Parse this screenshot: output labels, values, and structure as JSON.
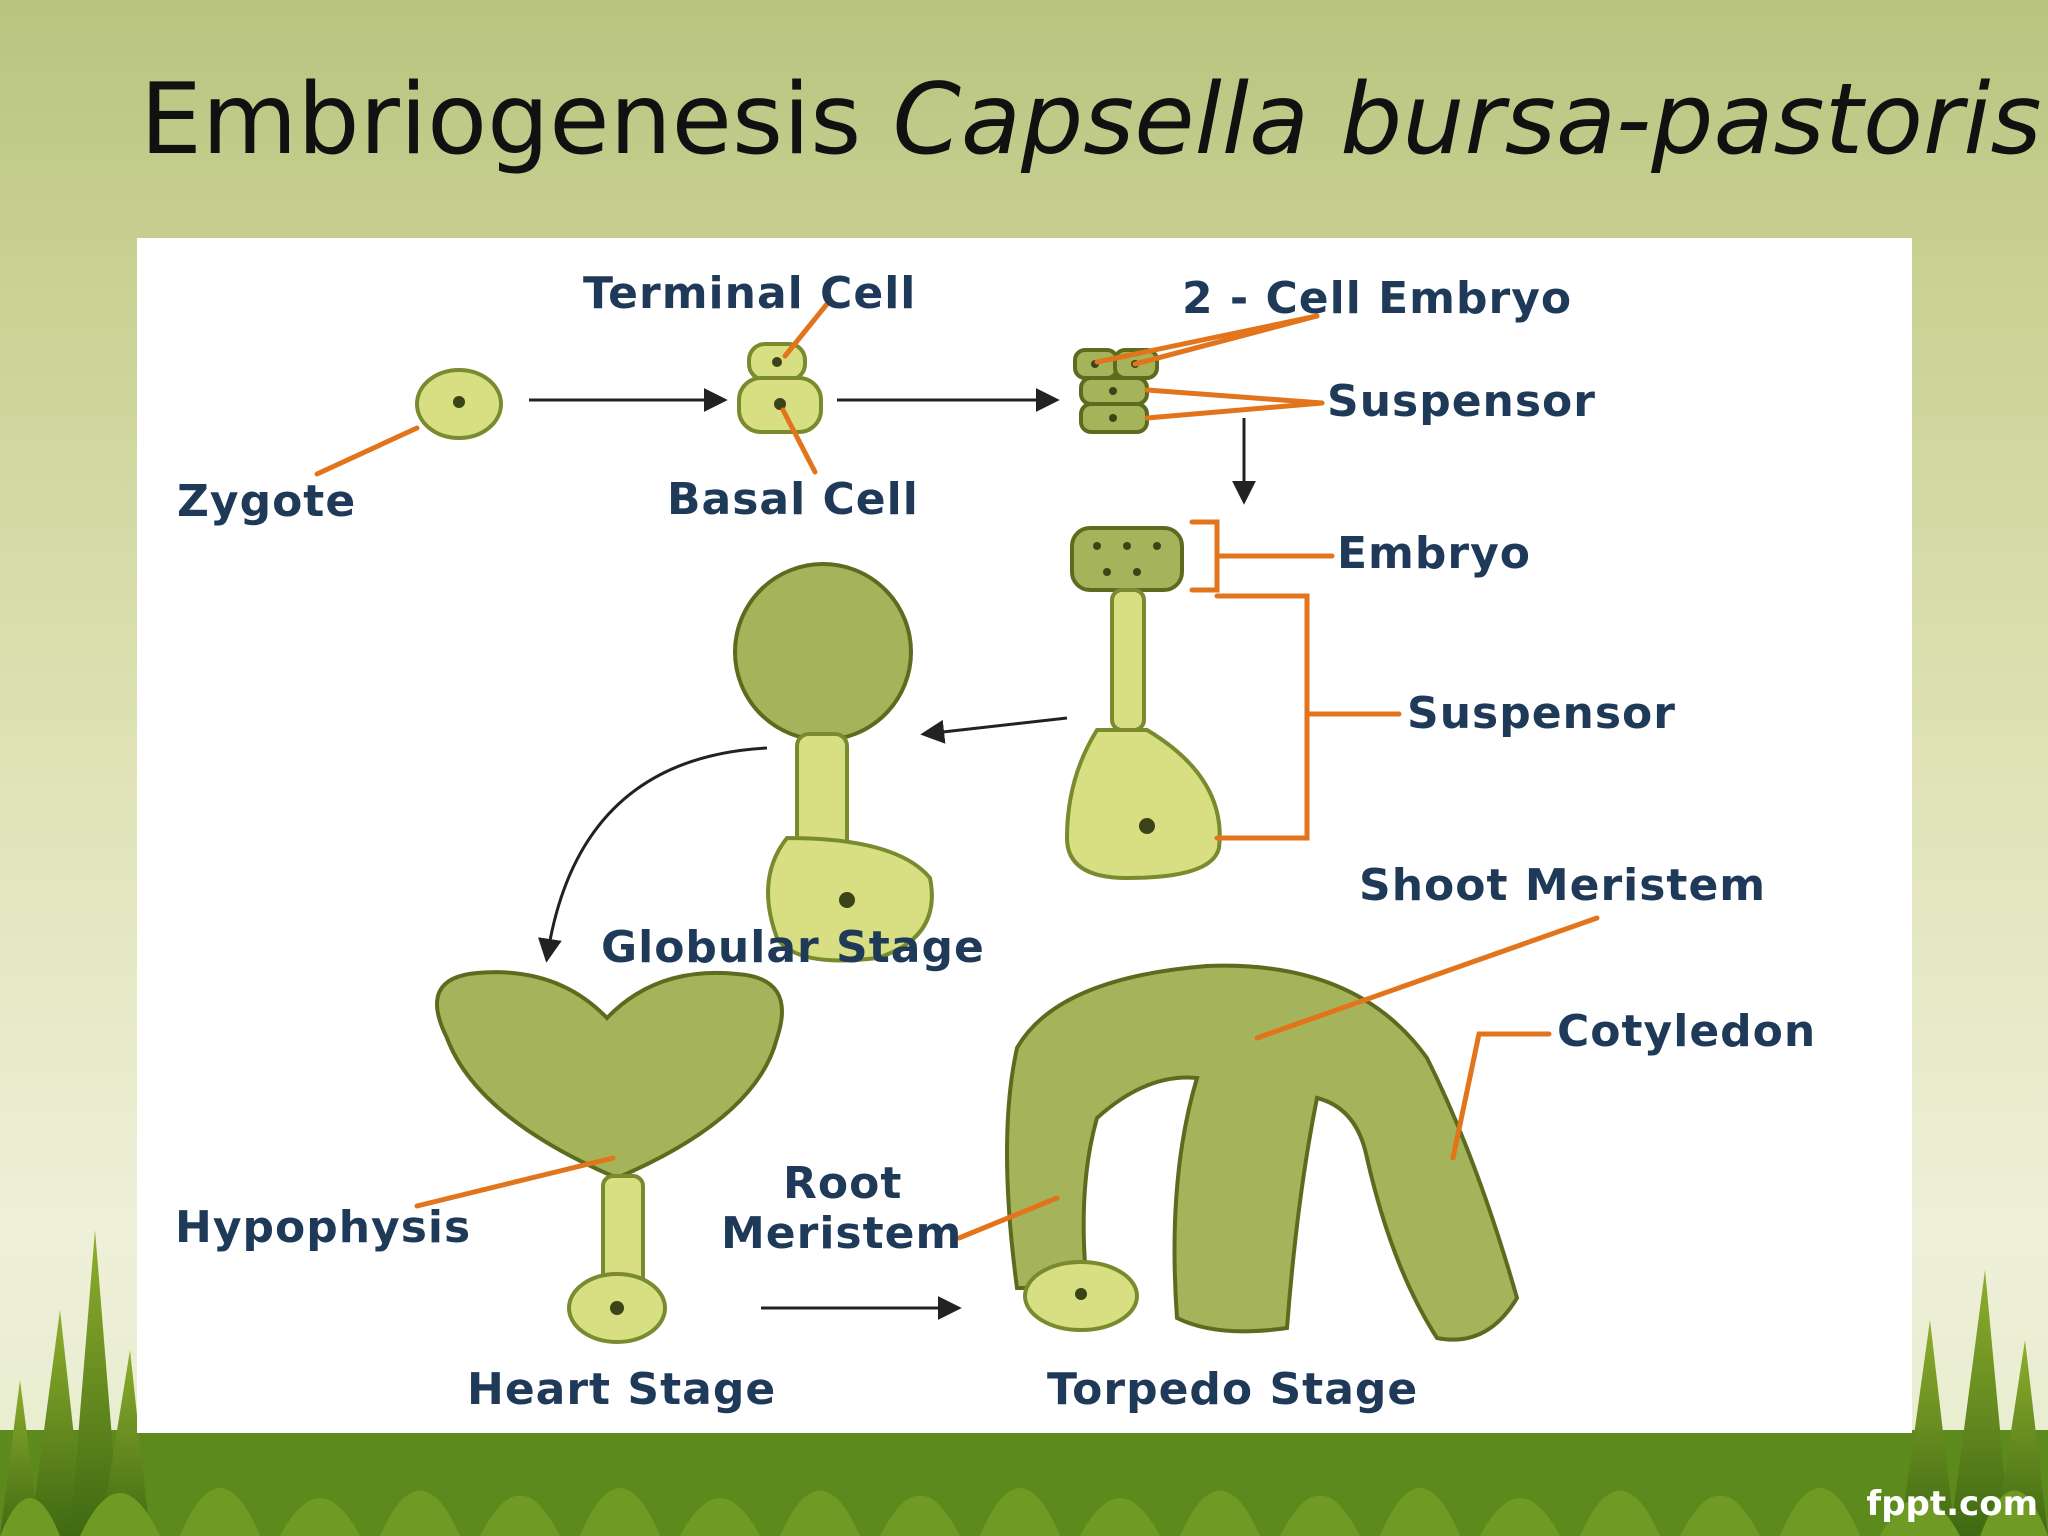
{
  "title": {
    "main": "Embriogenesis ",
    "species": "Capsella bursa-pastoris"
  },
  "labels": {
    "terminal_cell": "Terminal Cell",
    "two_cell_embryo": "2 - Cell Embryo",
    "suspensor_top": "Suspensor",
    "zygote": "Zygote",
    "basal_cell": "Basal Cell",
    "embryo": "Embryo",
    "suspensor_mid": "Suspensor",
    "globular_stage": "Globular Stage",
    "shoot_meristem": "Shoot Meristem",
    "cotyledon": "Cotyledon",
    "root": "Root",
    "meristem": "Meristem",
    "hypophysis": "Hypophysis",
    "heart_stage": "Heart Stage",
    "torpedo_stage": "Torpedo Stage"
  },
  "footer": {
    "brand": "fppt.com"
  },
  "colors": {
    "label_text": "#1f3a58",
    "leader_line": "#e2741c",
    "cell_fill": "#d7df82",
    "tissue_fill": "#a5b45a"
  }
}
